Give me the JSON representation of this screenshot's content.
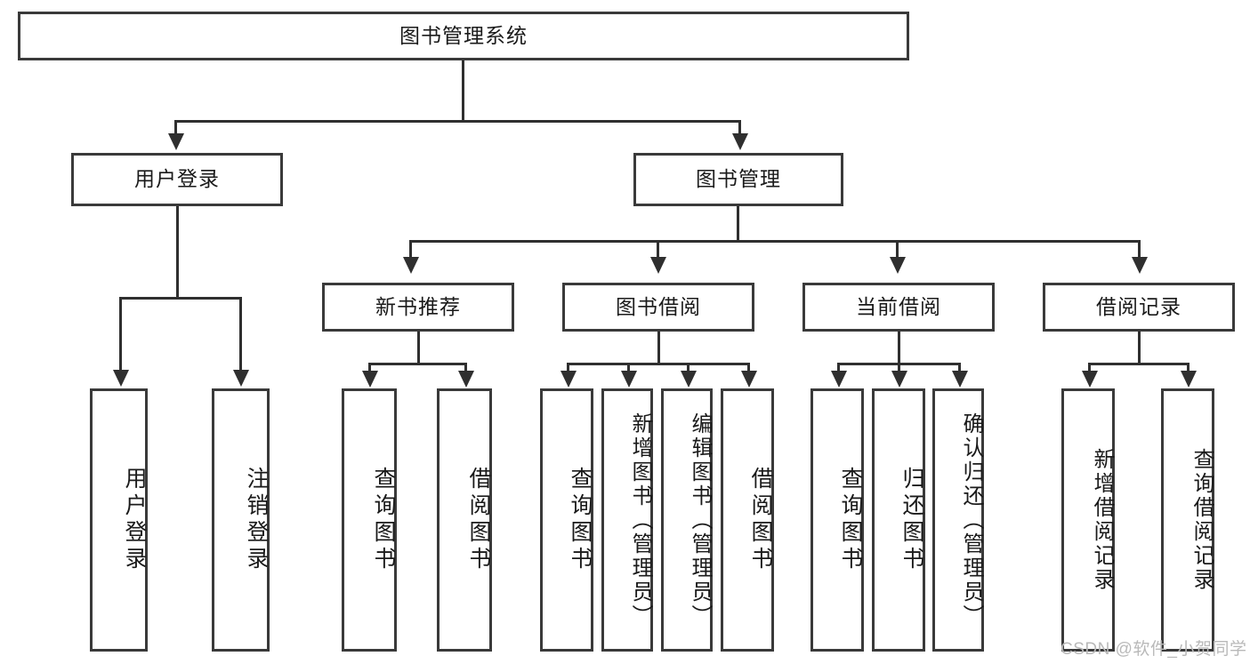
{
  "diagram": {
    "title": "图书管理系统",
    "type": "tree-hierarchy-chart",
    "watermark": "CSDN @软件_小贺同学",
    "colors": {
      "box_border": "#3a3a3a",
      "box_fill": "#ffffff",
      "connector": "#2f2f2f",
      "text": "#1a1a1a",
      "watermark": "#b9b9b9"
    },
    "root": {
      "label": "图书管理系统"
    },
    "level2": [
      {
        "id": "user-login",
        "label": "用户登录"
      },
      {
        "id": "book-manage",
        "label": "图书管理"
      }
    ],
    "level3": [
      {
        "id": "new-book-rec",
        "label": "新书推荐"
      },
      {
        "id": "book-borrow",
        "label": "图书借阅"
      },
      {
        "id": "current-borrow",
        "label": "当前借阅"
      },
      {
        "id": "borrow-record",
        "label": "借阅记录"
      }
    ],
    "leaves": {
      "user_login": [
        {
          "id": "leaf-user-login",
          "label": "用户登录"
        },
        {
          "id": "leaf-user-logout",
          "label": "注销登录"
        }
      ],
      "new_book_rec": [
        {
          "id": "leaf-query-book-1",
          "label": "查询图书"
        },
        {
          "id": "leaf-borrow-book-1",
          "label": "借阅图书"
        }
      ],
      "book_borrow": [
        {
          "id": "leaf-query-book-2",
          "label": "查询图书"
        },
        {
          "id": "leaf-add-book",
          "label": "新增图书（管理员）"
        },
        {
          "id": "leaf-edit-book",
          "label": "编辑图书（管理员）"
        },
        {
          "id": "leaf-borrow-book-2",
          "label": "借阅图书"
        }
      ],
      "current_borrow": [
        {
          "id": "leaf-query-book-3",
          "label": "查询图书"
        },
        {
          "id": "leaf-return-book",
          "label": "归还图书"
        },
        {
          "id": "leaf-confirm-return",
          "label": "确认归还（管理员）"
        }
      ],
      "borrow_record": [
        {
          "id": "leaf-add-record",
          "label": "新增借阅记录"
        },
        {
          "id": "leaf-query-record",
          "label": "查询借阅记录"
        }
      ]
    }
  }
}
